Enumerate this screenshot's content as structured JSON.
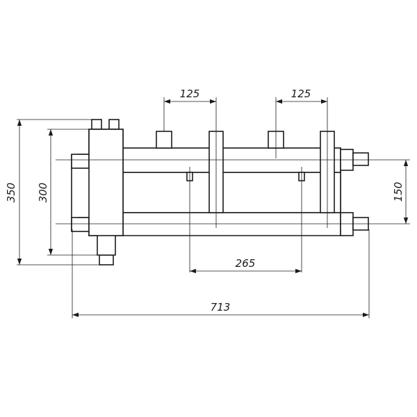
{
  "dimensions": {
    "total_height": "350",
    "inner_height": "300",
    "top_spacing_left": "125",
    "top_spacing_right": "125",
    "pipe_spacing": "150",
    "outlet_spacing": "265",
    "total_width": "713"
  }
}
